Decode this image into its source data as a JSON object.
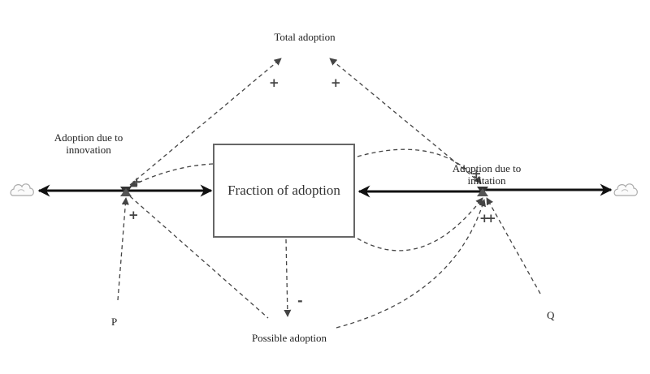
{
  "labels": {
    "total_adoption": "Total adoption",
    "adoption_innovation": "Adoption due to innovation",
    "adoption_imitation": "Adoption due to imitation",
    "stock": "Fraction of adoption",
    "possible_adoption": "Possible adoption",
    "p": "P",
    "q": "Q"
  },
  "polarities": {
    "innovation_to_total": "+",
    "imitation_to_total": "+",
    "stock_to_innovation": "+",
    "p_to_innovation": "+",
    "stock_to_imitation": "+",
    "q_to_imitation": "+",
    "imitation_extra": "+",
    "stock_to_possible": "-"
  },
  "icons": {
    "left_source": "cloud-icon",
    "right_sink": "cloud-icon"
  }
}
